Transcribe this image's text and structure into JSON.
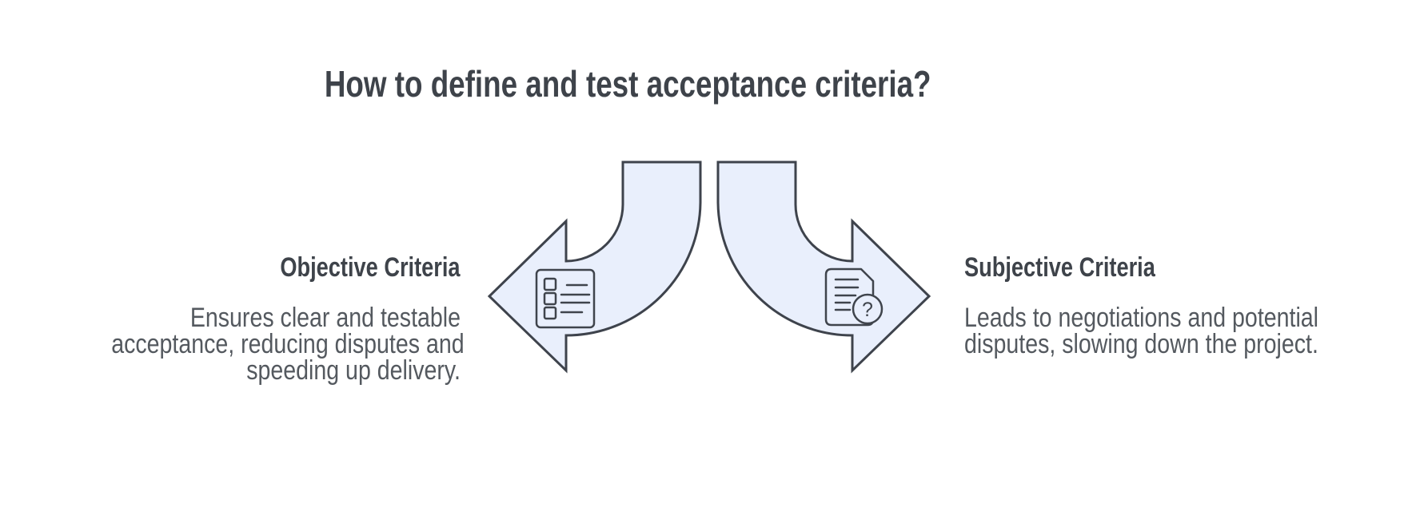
{
  "title": "How to define and test acceptance criteria?",
  "colors": {
    "background": "#FFFFFF",
    "arrow_fill": "#E9EFFC",
    "arrow_stroke": "#3E434C",
    "icon_stroke": "#3F444C",
    "title_color": "#3E434A",
    "heading_color": "#3E434A",
    "body_color": "#54595F"
  },
  "left": {
    "heading": "Objective Criteria",
    "body_lines": [
      "Ensures clear and testable",
      "acceptance, reducing disputes and",
      "speeding up delivery."
    ],
    "icon": "checklist-icon",
    "arrow_direction": "left"
  },
  "right": {
    "heading": "Subjective Criteria",
    "body_lines": [
      "Leads to negotiations and potential",
      "disputes, slowing down the project."
    ],
    "icon": "document-question-icon",
    "arrow_direction": "right"
  },
  "question_mark": "?"
}
